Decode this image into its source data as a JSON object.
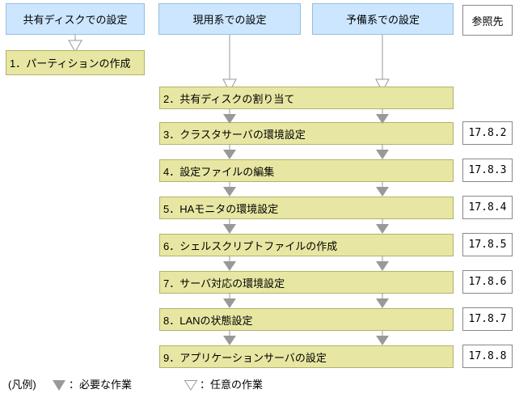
{
  "colors": {
    "header_fill": "#cce6ff",
    "header_border": "#94bfe0",
    "step_fill": "#e7e7a3",
    "step_border": "#b2b26b",
    "ref_fill": "#ffffff",
    "ref_border": "#888888",
    "arrow": "#999999"
  },
  "headers": [
    {
      "label": "共有ディスクでの設定"
    },
    {
      "label": "現用系での設定"
    },
    {
      "label": "予備系での設定"
    }
  ],
  "ref_header": {
    "label": "参照先"
  },
  "steps": [
    {
      "label": "1．パーティションの作成",
      "ref": ""
    },
    {
      "label": "2．共有ディスクの割り当て",
      "ref": ""
    },
    {
      "label": "3．クラスタサーバの環境設定",
      "ref": "17.8.2"
    },
    {
      "label": "4．設定ファイルの編集",
      "ref": "17.8.3"
    },
    {
      "label": "5．HAモニタの環境設定",
      "ref": "17.8.4"
    },
    {
      "label": "6．シェルスクリプトファイルの作成",
      "ref": "17.8.5"
    },
    {
      "label": "7．サーバ対応の環境設定",
      "ref": "17.8.6"
    },
    {
      "label": "8．LANの状態設定",
      "ref": "17.8.7"
    },
    {
      "label": "9．アプリケーションサーバの設定",
      "ref": "17.8.8"
    }
  ],
  "legend": {
    "title": "(凡例)",
    "required_label": "：必要な作業",
    "optional_label": "：任意の作業"
  }
}
